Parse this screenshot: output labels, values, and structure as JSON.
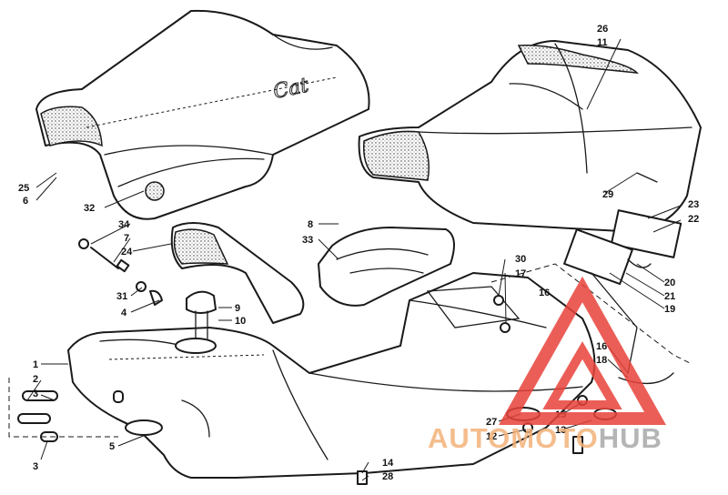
{
  "callouts": {
    "c1": "1",
    "c2": "2",
    "c3a": "3",
    "c3b": "3",
    "c4": "4",
    "c5": "5",
    "c6": "6",
    "c7": "7",
    "c8": "8",
    "c9": "9",
    "c10": "10",
    "c11": "11",
    "c12": "12",
    "c13": "13",
    "c14": "14",
    "c15": "15",
    "c16a": "16",
    "c16b": "16",
    "c17": "17",
    "c18": "18",
    "c19": "19",
    "c20": "20",
    "c21": "21",
    "c22": "22",
    "c23": "23",
    "c24": "24",
    "c25": "25",
    "c26": "26",
    "c27": "27",
    "c28": "28",
    "c29": "29",
    "c30": "30",
    "c31": "31",
    "c32": "32",
    "c33": "33",
    "c34": "34"
  },
  "seat_logo_script": "Cat",
  "watermark": {
    "part1": "AUTO",
    "part2": "MOTO",
    "part3": "HUB",
    "color_primary": "#f3b27a",
    "color_secondary": "#a9a9a9",
    "triangle_color": "#e8433a"
  }
}
